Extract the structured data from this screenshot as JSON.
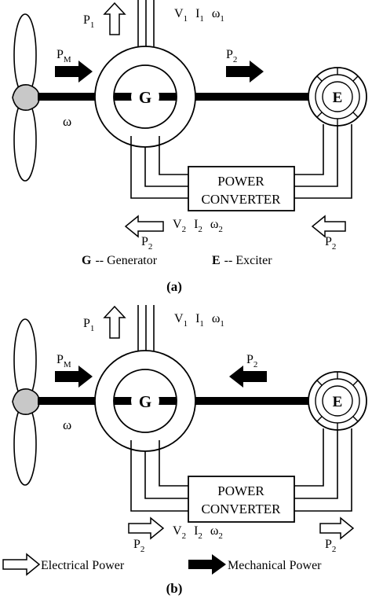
{
  "panels": [
    {
      "id": "a",
      "caption": "(a)",
      "labels": {
        "p1": "P",
        "p1_sub": "1",
        "pm": "P",
        "pm_sub": "M",
        "omega": "ω",
        "p2_mech": "P",
        "p2_mech_sub": "2",
        "stator_v": "V",
        "stator_v_sub": "1",
        "stator_i": "I",
        "stator_i_sub": "1",
        "stator_w": "ω",
        "stator_w_sub": "1",
        "rotor_v": "V",
        "rotor_v_sub": "2",
        "rotor_i": "I",
        "rotor_i_sub": "2",
        "rotor_w": "ω",
        "rotor_w_sub": "2",
        "p2_left": "P",
        "p2_left_sub": "2",
        "p2_right": "P",
        "p2_right_sub": "2",
        "generator": "G",
        "exciter": "E",
        "converter_line1": "POWER",
        "converter_line2": "CONVERTER"
      },
      "legend": {
        "g_key": "G",
        "g_text": "-- Generator",
        "e_key": "E",
        "e_text": "-- Exciter"
      }
    },
    {
      "id": "b",
      "caption": "(b)",
      "labels": {
        "p1": "P",
        "p1_sub": "1",
        "pm": "P",
        "pm_sub": "M",
        "omega": "ω",
        "p2_mech": "P",
        "p2_mech_sub": "2",
        "stator_v": "V",
        "stator_v_sub": "1",
        "stator_i": "I",
        "stator_i_sub": "1",
        "stator_w": "ω",
        "stator_w_sub": "1",
        "rotor_v": "V",
        "rotor_v_sub": "2",
        "rotor_i": "I",
        "rotor_i_sub": "2",
        "rotor_w": "ω",
        "rotor_w_sub": "2",
        "p2_left": "P",
        "p2_left_sub": "2",
        "p2_right": "P",
        "p2_right_sub": "2",
        "generator": "G",
        "exciter": "E",
        "converter_line1": "POWER",
        "converter_line2": "CONVERTER"
      },
      "legend": {
        "electrical": "Electrical Power",
        "mechanical": "Mechanical Power"
      }
    }
  ]
}
